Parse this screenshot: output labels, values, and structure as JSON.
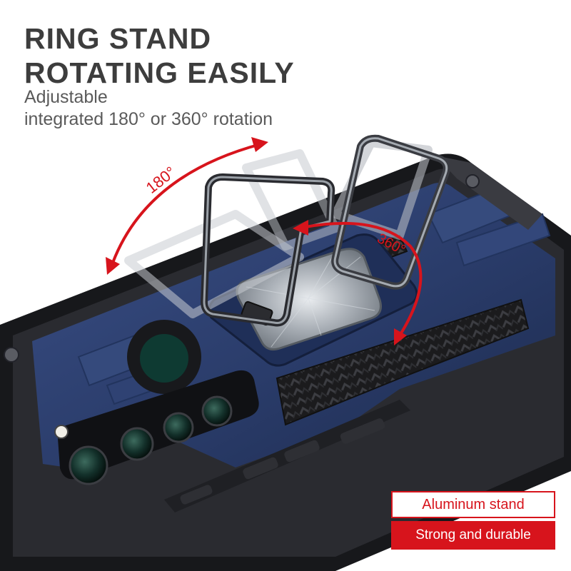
{
  "headline": {
    "line1": "RING STAND",
    "line2": "ROTATING EASILY"
  },
  "subhead": {
    "line1": "Adjustable",
    "line2": "integrated 180° or 360° rotation"
  },
  "angles": {
    "left": "180°",
    "right": "360°"
  },
  "badge": {
    "top": "Aluminum stand",
    "bottom": "Strong and durable"
  },
  "colors": {
    "accent": "#d7141c",
    "case_blue": "#2d3f6e",
    "text_dark": "#3d3d3d"
  },
  "icons": {
    "arrow": "curved-double-arrow-icon"
  }
}
